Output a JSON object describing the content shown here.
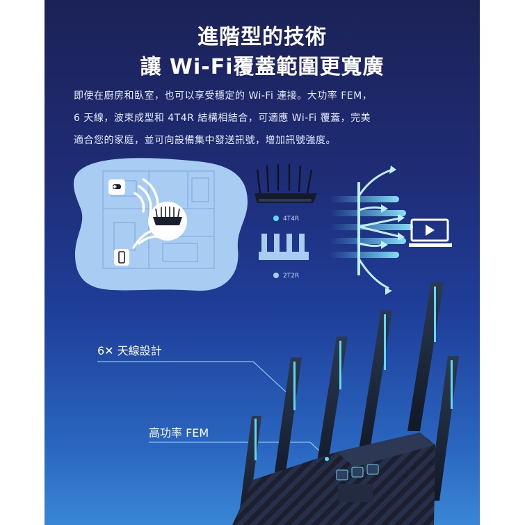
{
  "heading": {
    "line1": "進階型的技術",
    "line2": "讓 Wi-Fi覆蓋範圍更寬廣"
  },
  "description": {
    "line1": "即使在廚房和臥室，也可以享受穩定的 Wi-Fi 連接。大功率 FEM，",
    "line2": "6 天線，波束成型和 4T4R 結構相結合，可適應 Wi-Fi 覆蓋，完美",
    "line3": "適合您的家庭，並可向設備集中發送訊號，增加訊號強度。"
  },
  "diagram": {
    "label_4t4r": "4T4R",
    "label_2t2r": "2T2R",
    "icons": [
      "gamepad-icon",
      "phone-icon",
      "router-icon",
      "tv-icon"
    ]
  },
  "callouts": {
    "antenna": "6✕ 天線設計",
    "fem": "高功率 FEM"
  },
  "colors": {
    "background_top": "#1c2256",
    "background_bottom": "#3a86d6",
    "map_blob": "#a9cdf2",
    "accent_cyan": "#5fd8f0",
    "router_dark": "#1b1f2e"
  }
}
